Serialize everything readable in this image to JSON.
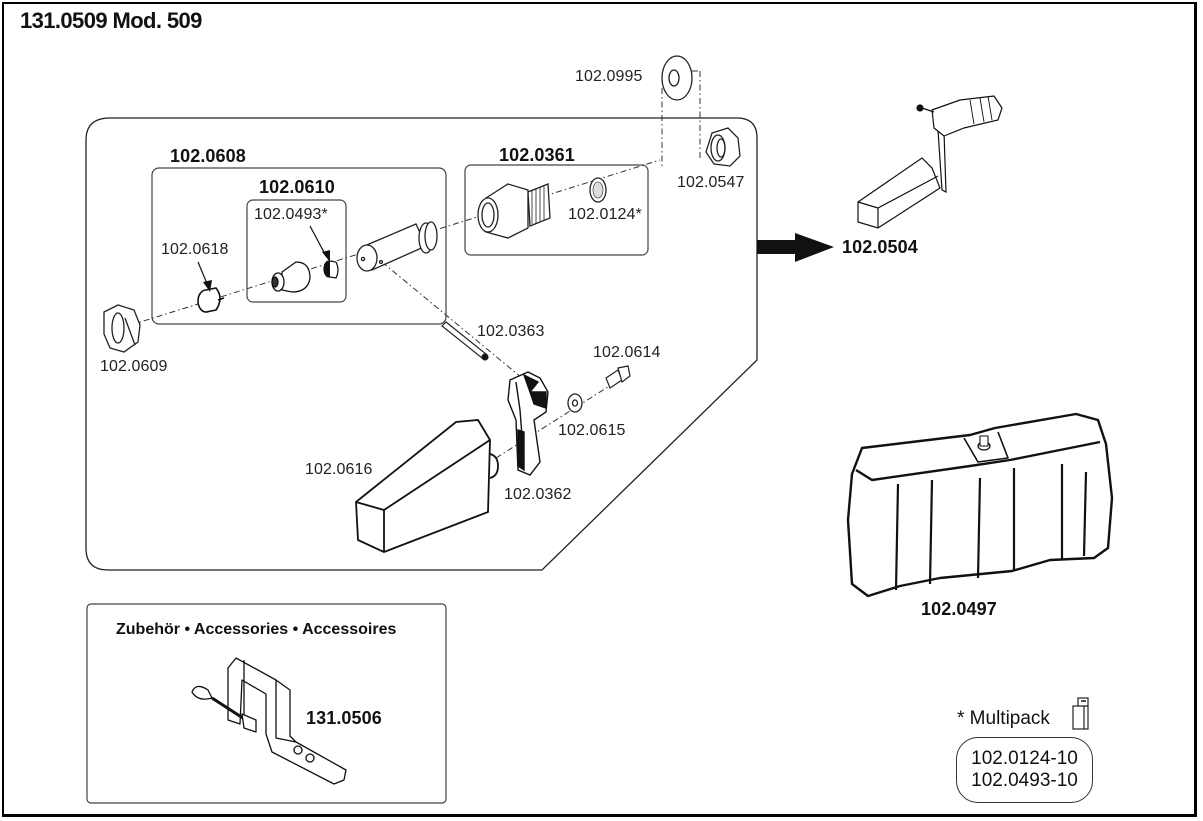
{
  "header": {
    "title": "131.0509 Mod. 509"
  },
  "assemblies": {
    "a0608": "102.0608",
    "a0610": "102.0610",
    "a0361": "102.0361"
  },
  "parts": {
    "p0995": "102.0995",
    "p0547": "102.0547",
    "p0493": "102.0493*",
    "p0618": "102.0618",
    "p0124": "102.0124*",
    "p0609": "102.0609",
    "p0363": "102.0363",
    "p0614": "102.0614",
    "p0615": "102.0615",
    "p0616": "102.0616",
    "p0362": "102.0362"
  },
  "replacement": {
    "label": "102.0504",
    "arrow_icon": "arrow-right-icon"
  },
  "tank": {
    "label": "102.0497"
  },
  "accessories": {
    "title": "Zubehör • Accessories • Accessoires",
    "item_label": "131.0506"
  },
  "multipack": {
    "heading": "* Multipack",
    "icon": "package-icon",
    "items": [
      "102.0124-10",
      "102.0493-10"
    ]
  }
}
